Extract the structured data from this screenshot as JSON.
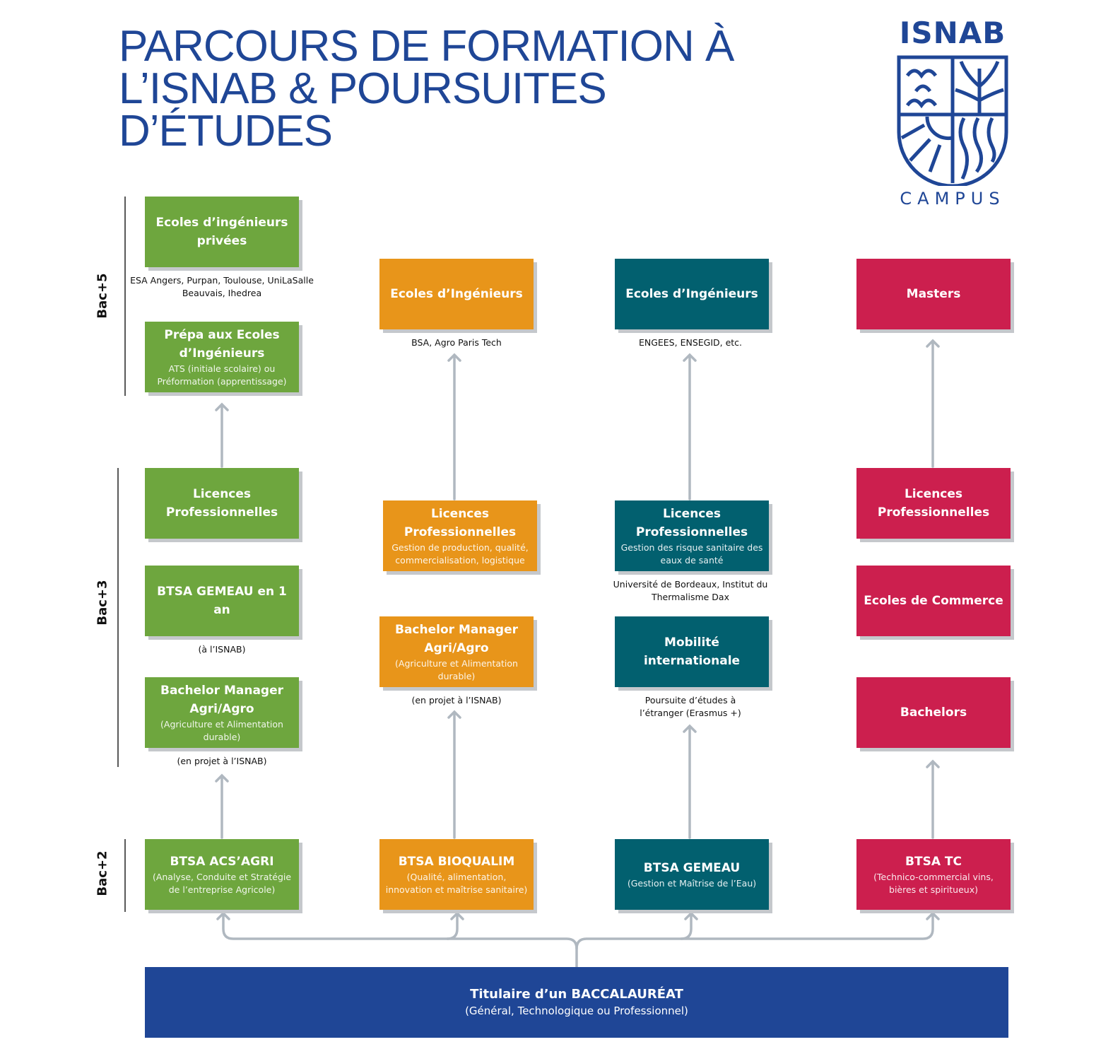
{
  "title": [
    "PARCOURS DE FORMATION À",
    "L’ISNAB & POURSUITES",
    "D’ÉTUDES"
  ],
  "logo": {
    "name": "ISNAB",
    "subtitle": "CAMPUS"
  },
  "axis": {
    "bac5": "Bac+5",
    "bac3": "Bac+3",
    "bac2": "Bac+2"
  },
  "colors": {
    "green": "#6ea63e",
    "orange": "#e8951a",
    "teal": "#02606f",
    "red": "#cc1f4e",
    "navy": "#1f4696"
  },
  "col1": {
    "ecoles_privees": {
      "title": "Ecoles d’ingénieurs privées",
      "note": "ESA Angers, Purpan, Toulouse, UniLaSalle Beauvais, Ihedrea"
    },
    "prepa": {
      "title": "Prépa aux Ecoles d’Ingénieurs",
      "sub": "ATS (initiale scolaire) ou Préformation (apprentissage)"
    },
    "licences": {
      "title": "Licences Professionnelles"
    },
    "btsa_gemeau_1an": {
      "title": "BTSA GEMEAU en 1 an",
      "note": "(à l’ISNAB)"
    },
    "bachelor": {
      "title": "Bachelor Manager Agri/Agro",
      "sub": "(Agriculture et Alimentation durable)",
      "note": "(en projet à l’ISNAB)"
    },
    "btsa": {
      "title": "BTSA ACS’AGRI",
      "sub": "(Analyse, Conduite et Stratégie de l’entreprise Agricole)"
    }
  },
  "col2": {
    "ecoles": {
      "title": "Ecoles d’Ingénieurs",
      "note": "BSA, Agro Paris Tech"
    },
    "licences": {
      "title": "Licences Professionnelles",
      "sub": "Gestion de production, qualité, commercialisation, logistique"
    },
    "bachelor": {
      "title": "Bachelor Manager Agri/Agro",
      "sub": "(Agriculture et Alimentation durable)",
      "note": "(en projet à l’ISNAB)"
    },
    "btsa": {
      "title": "BTSA BIOQUALIM",
      "sub": "(Qualité, alimentation, innovation et maîtrise sanitaire)"
    }
  },
  "col3": {
    "ecoles": {
      "title": "Ecoles d’Ingénieurs",
      "note": "ENGEES, ENSEGID, etc."
    },
    "licences": {
      "title": "Licences Professionnelles",
      "sub": "Gestion des risque sanitaire des eaux de santé",
      "note": "Université de Bordeaux, Institut du Thermalisme Dax"
    },
    "mobilite": {
      "title": "Mobilité internationale",
      "note": "Poursuite d’études à l’étranger (Erasmus +)"
    },
    "btsa": {
      "title": "BTSA GEMEAU",
      "sub": "(Gestion et Maîtrise de l’Eau)"
    }
  },
  "col4": {
    "masters": {
      "title": "Masters"
    },
    "licences": {
      "title": "Licences Professionnelles"
    },
    "commerce": {
      "title": "Ecoles de Commerce"
    },
    "bachelors": {
      "title": "Bachelors"
    },
    "btsa": {
      "title": "BTSA TC",
      "sub": "(Technico-commercial vins, bières et spiritueux)"
    }
  },
  "bac": {
    "title": "Titulaire d’un BACCALAURÉAT",
    "sub": "(Général, Technologique ou Professionnel)"
  }
}
